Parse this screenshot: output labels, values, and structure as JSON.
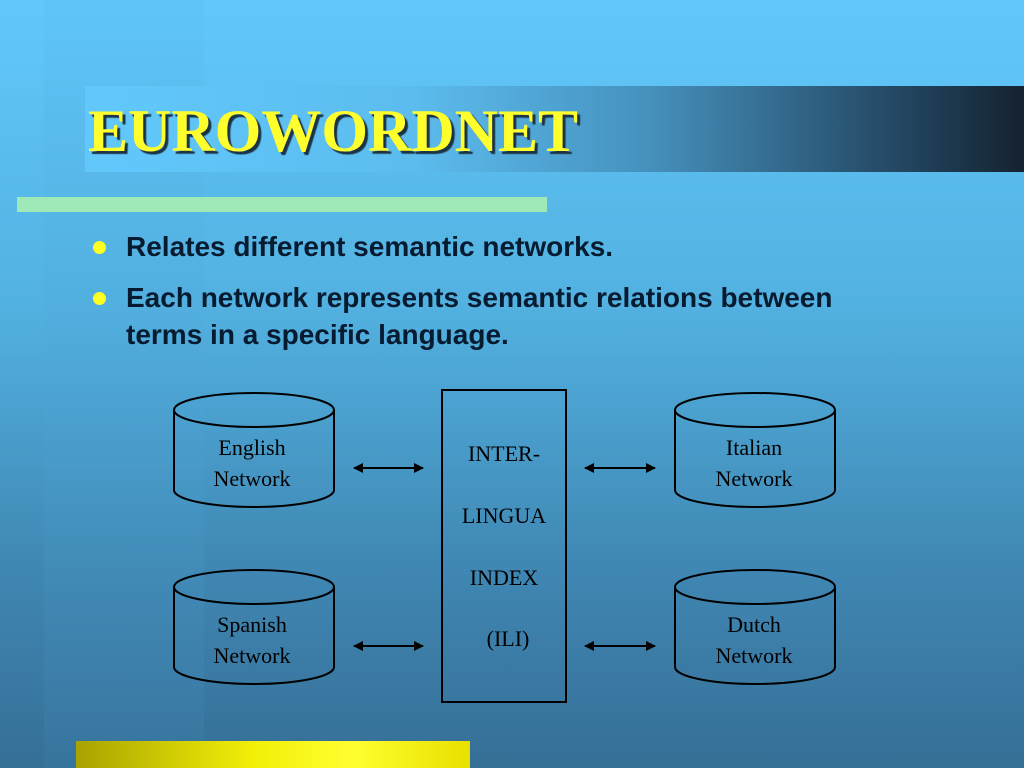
{
  "slide": {
    "title": "EUROWORDNET",
    "bullets": [
      "Relates different semantic networks.",
      "Each network represents semantic relations between terms in a specific language."
    ]
  },
  "diagram": {
    "networks": {
      "english": [
        "English",
        "Network"
      ],
      "italian": [
        "Italian",
        "Network"
      ],
      "spanish": [
        "Spanish",
        "Network"
      ],
      "dutch": [
        "Dutch",
        "Network"
      ]
    },
    "ili": [
      "INTER-",
      "LINGUA",
      "INDEX",
      "(ILI)"
    ]
  },
  "colors": {
    "background": "#5cbcee",
    "title_text": "#ffff2e",
    "bullet_dot": "#ffff22",
    "green_rule": "#9fe8b7",
    "yellow_bar": "#f2ef08"
  }
}
